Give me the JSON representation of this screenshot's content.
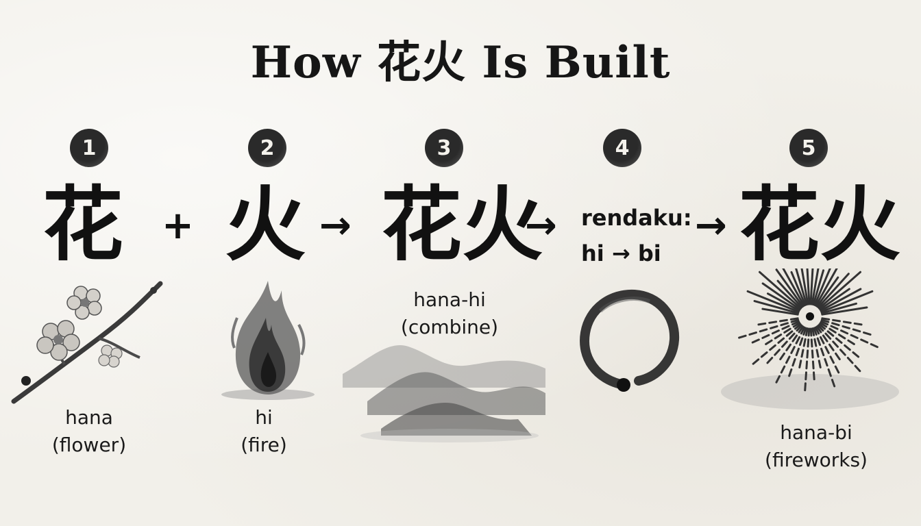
{
  "title": "How 花火 Is Built",
  "steps": [
    {
      "number": "1",
      "kanji": "花",
      "reading": "hana",
      "meaning": "(flower)"
    },
    {
      "number": "2",
      "kanji": "火",
      "reading": "hi",
      "meaning": "(fire)"
    },
    {
      "number": "3",
      "kanji": "花火",
      "reading": "hana-hi",
      "meaning": "(combine)"
    },
    {
      "number": "4",
      "rule_label": "rendaku:",
      "rule_text": "hi → bi"
    },
    {
      "number": "5",
      "kanji": "花火",
      "reading": "hana-bi",
      "meaning": "(fireworks)"
    }
  ],
  "operators": [
    "+",
    "→",
    "→",
    "→"
  ],
  "icons": [
    "cherry-blossom-branch-icon",
    "flame-icon",
    "misty-mountains-icon",
    "enso-circle-icon",
    "firework-burst-icon"
  ]
}
